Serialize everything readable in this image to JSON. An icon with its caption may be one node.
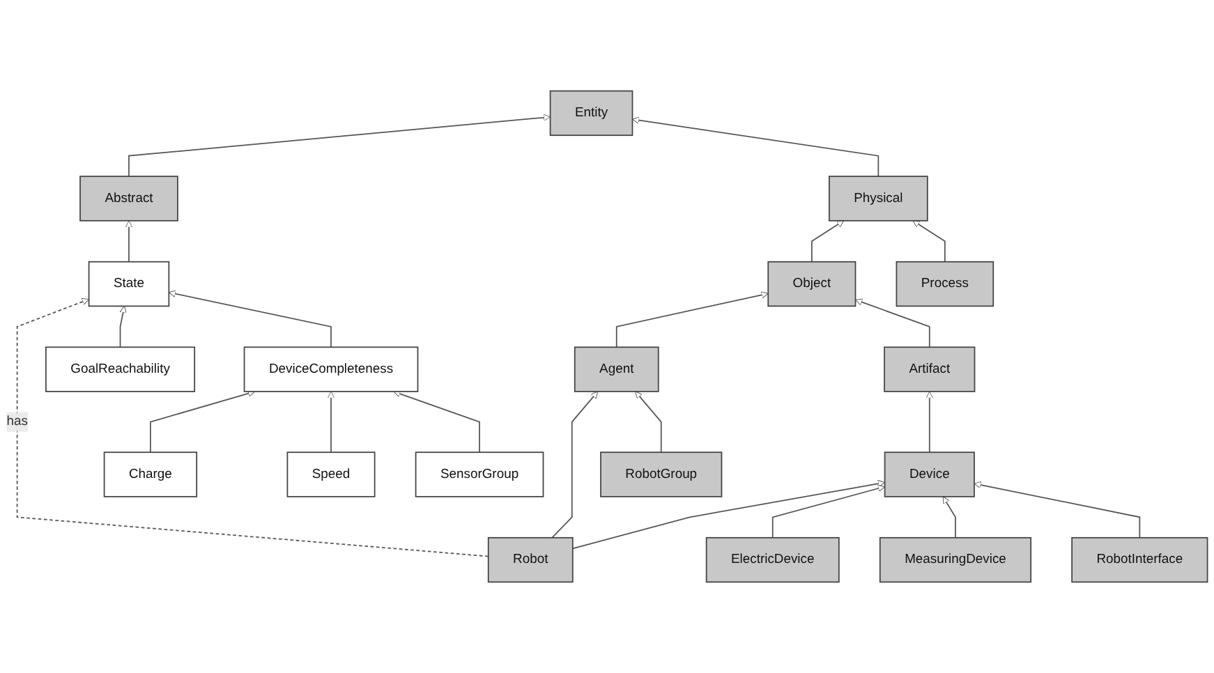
{
  "diagram": {
    "nodes": [
      {
        "text": [
          "Entity"
        ]
      },
      {
        "text": [
          "Abstract"
        ]
      },
      {
        "text": [
          "Physical"
        ]
      },
      {
        "text": [
          "State"
        ]
      },
      {
        "text": [
          "Object"
        ]
      },
      {
        "text": [
          "Process"
        ]
      },
      {
        "text": [
          "Agent"
        ]
      },
      {
        "text": [
          "Artifact"
        ]
      },
      {
        "text": [
          "GoalReachability"
        ]
      },
      {
        "text": [
          "DeviceCompleteness"
        ]
      },
      {
        "text": [
          "Robot"
        ]
      },
      {
        "text": [
          "RobotGroup"
        ]
      },
      {
        "text": [
          "Device"
        ]
      },
      {
        "text": [
          "Charge"
        ]
      },
      {
        "text": [
          "Speed"
        ]
      },
      {
        "text": [
          "SensorGroup"
        ]
      },
      {
        "text": [
          "ElectricDevice"
        ]
      },
      {
        "text": [
          "MeasuringDevice"
        ]
      },
      {
        "text": [
          "RobotInterface"
        ]
      }
    ],
    "edges": [
      {
        "from": 1,
        "to": 0,
        "arrow": "to"
      },
      {
        "from": 2,
        "to": 0,
        "arrow": "to"
      },
      {
        "from": 3,
        "to": 1,
        "arrow": "to"
      },
      {
        "from": 4,
        "to": 2,
        "arrow": "to"
      },
      {
        "from": 5,
        "to": 2,
        "arrow": "to"
      },
      {
        "from": 10,
        "to": 3,
        "arrow": "to",
        "label": "has",
        "style": "dashed"
      },
      {
        "from": 6,
        "to": 4,
        "arrow": "to"
      },
      {
        "from": 7,
        "to": 4,
        "arrow": "to"
      },
      {
        "from": 8,
        "to": 3,
        "arrow": "to"
      },
      {
        "from": 9,
        "to": 3,
        "arrow": "to"
      },
      {
        "from": 10,
        "to": 6,
        "arrow": "to"
      },
      {
        "from": 11,
        "to": 6,
        "arrow": "to"
      },
      {
        "from": 12,
        "to": 7,
        "arrow": "to"
      },
      {
        "from": 10,
        "to": 12,
        "arrow": "to"
      },
      {
        "from": 13,
        "to": 9,
        "arrow": "to"
      },
      {
        "from": 14,
        "to": 9,
        "arrow": "to"
      },
      {
        "from": 15,
        "to": 9,
        "arrow": "to"
      },
      {
        "from": 16,
        "to": 12,
        "arrow": "to"
      },
      {
        "from": 17,
        "to": 12,
        "arrow": "to"
      },
      {
        "from": 18,
        "to": 12,
        "arrow": "to"
      }
    ]
  }
}
